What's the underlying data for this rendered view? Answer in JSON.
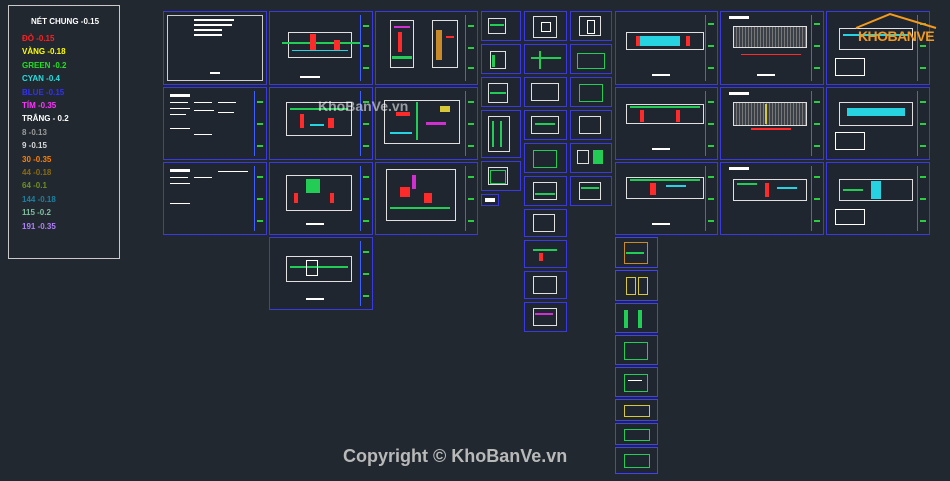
{
  "legend": {
    "title": "NÉT CHUNG -0.15",
    "items": [
      {
        "label": "ĐỎ -0.15",
        "color": "#ff2020"
      },
      {
        "label": "VÀNG -0.18",
        "color": "#ffff00"
      },
      {
        "label": "GREEN -0.2",
        "color": "#22e022"
      },
      {
        "label": "CYAN -0.4",
        "color": "#22e0e0"
      },
      {
        "label": "BLUE -0.15",
        "color": "#3030ff"
      },
      {
        "label": "TÍM -0.35",
        "color": "#ff33ff"
      },
      {
        "label": "TRẮNG - 0.2",
        "color": "#ffffff"
      },
      {
        "label": "8 -0.13",
        "color": "#9a9a9a"
      },
      {
        "label": "9 -0.15",
        "color": "#d9d9d9"
      },
      {
        "label": "30 -0.35",
        "color": "#ff7f00"
      },
      {
        "label": "44 -0.18",
        "color": "#8a6a10"
      },
      {
        "label": "64 -0.1",
        "color": "#6f8f20"
      },
      {
        "label": "144 -0.18",
        "color": "#1f7f9f"
      },
      {
        "label": "115 -0.2",
        "color": "#7fbf9f"
      },
      {
        "label": "191 -0.35",
        "color": "#b07fff"
      }
    ]
  },
  "watermark": "KhoBanVe.vn",
  "copyright": "Copyright © KhoBanVe.vn",
  "logo": {
    "text": "KHOBANVE",
    "color": "#f39a1e"
  }
}
